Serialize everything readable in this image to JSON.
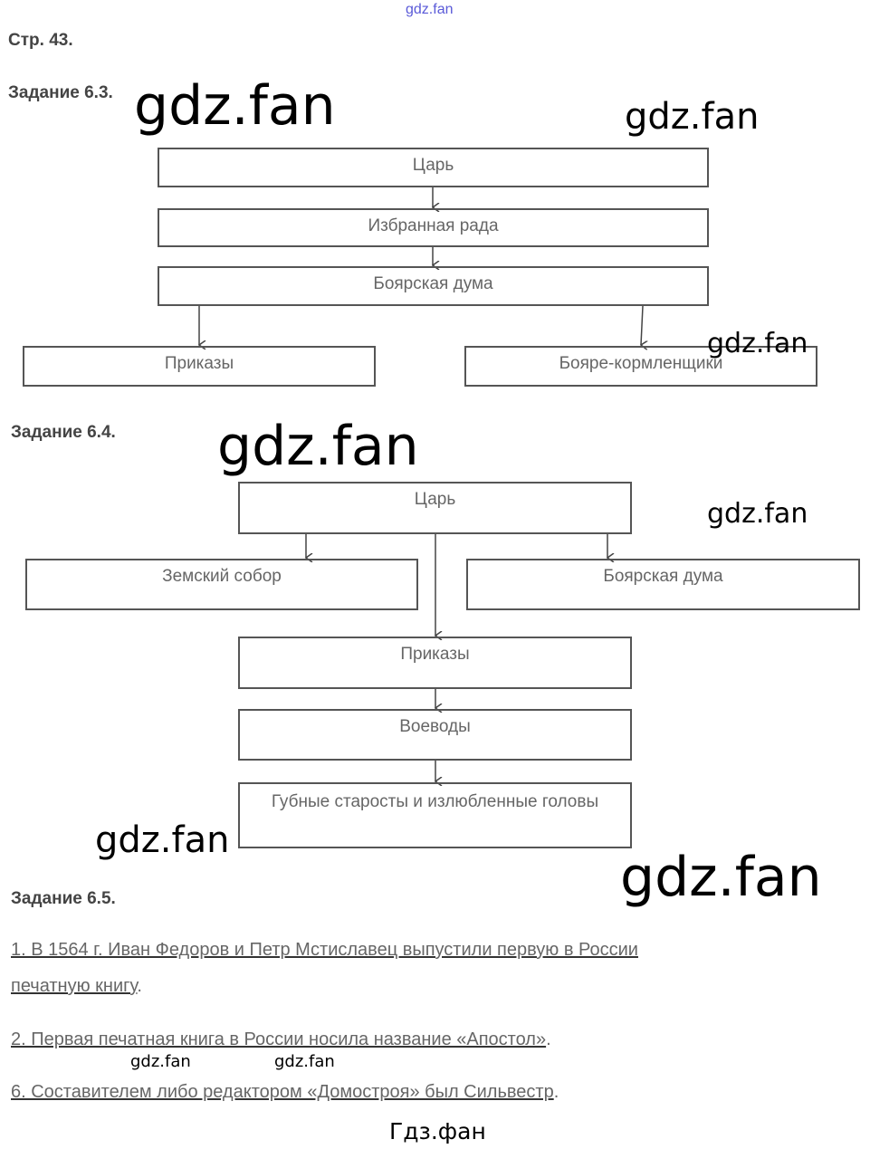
{
  "top_watermark": "gdz.fan",
  "page_label": "Стр. 43.",
  "task_6_3": {
    "title": "Задание 6.3.",
    "boxes": [
      "Царь",
      "Избранная рада",
      "Боярская дума",
      "Приказы",
      "Бояре-кормленщики"
    ]
  },
  "task_6_4": {
    "title": "Задание 6.4.",
    "boxes": [
      "Царь",
      "Земский собор",
      "Боярская дума",
      "Приказы",
      "Воеводы",
      "Губные старосты и излюбленные головы"
    ]
  },
  "task_6_5": {
    "title": "Задание 6.5.",
    "answers": [
      "1. В 1564 г. Иван Федоров и Петр Мстиславец выпустили первую в России",
      "печатную книгу",
      "2. Первая печатная книга в России носила название «Апостол»",
      "6. Составителем либо редактором «Домостроя» был Сильвестр"
    ]
  },
  "watermarks": [
    "gdz.fan",
    "gdz.fan",
    "gdz.fan",
    "gdz.fan",
    "gdz.fan",
    "gdz.fan",
    "gdz.fan",
    "gdz.fan",
    "gdz.fan"
  ],
  "footer_watermark": "Гдз.фан"
}
